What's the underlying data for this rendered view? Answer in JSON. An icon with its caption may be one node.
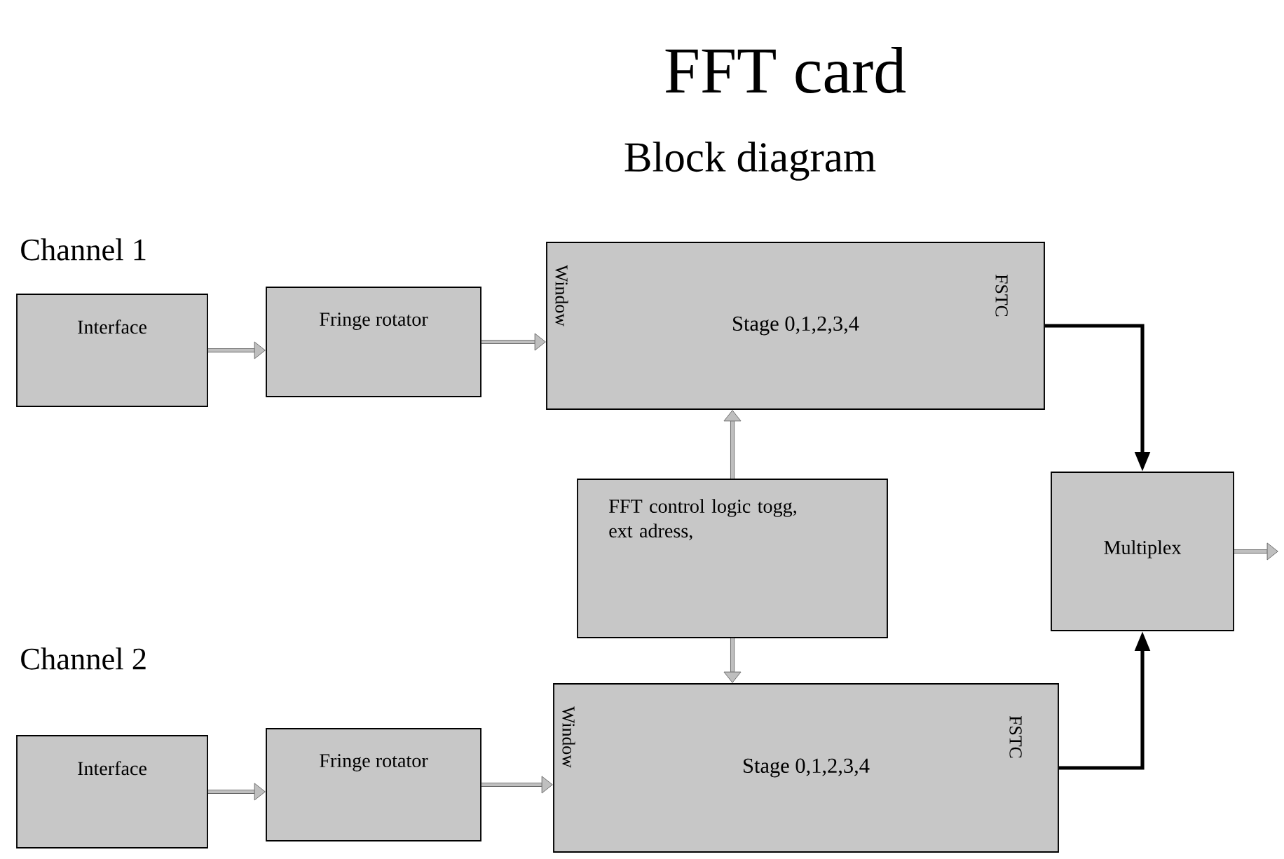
{
  "diagram": {
    "title": "FFT card",
    "nodes": [
      {
        "text": [
          "Interface"
        ]
      },
      {
        "text": [
          "Fringe rotator"
        ]
      },
      {
        "text": [
          "Window",
          "Stage 0,1,2,3,4",
          "FSTC"
        ]
      },
      {
        "text": [
          "FFT control logic togg, ext adress,"
        ]
      },
      {
        "text": [
          "Multiplex"
        ]
      },
      {
        "text": [
          "Interface"
        ]
      },
      {
        "text": [
          "Fringe rotator"
        ]
      },
      {
        "text": [
          "Window",
          "Stage 0,1,2,3,4",
          "FSTC"
        ]
      }
    ],
    "edges": [
      {
        "from": 0,
        "to": 1,
        "arrow": "to"
      },
      {
        "from": 1,
        "to": 2,
        "arrow": "to"
      },
      {
        "from": 3,
        "to": 2,
        "arrow": "to"
      },
      {
        "from": 3,
        "to": 7,
        "arrow": "to"
      },
      {
        "from": 2,
        "to": 4,
        "arrow": "to",
        "color": "#000000"
      },
      {
        "from": 7,
        "to": 4,
        "arrow": "to",
        "color": "#000000"
      },
      {
        "from": 4,
        "to": null,
        "arrow": "to"
      },
      {
        "from": 5,
        "to": 6,
        "arrow": "to"
      },
      {
        "from": 6,
        "to": 7,
        "arrow": "to"
      }
    ],
    "labels": [
      "Block diagram",
      "Channel 1",
      "Channel 2"
    ]
  }
}
